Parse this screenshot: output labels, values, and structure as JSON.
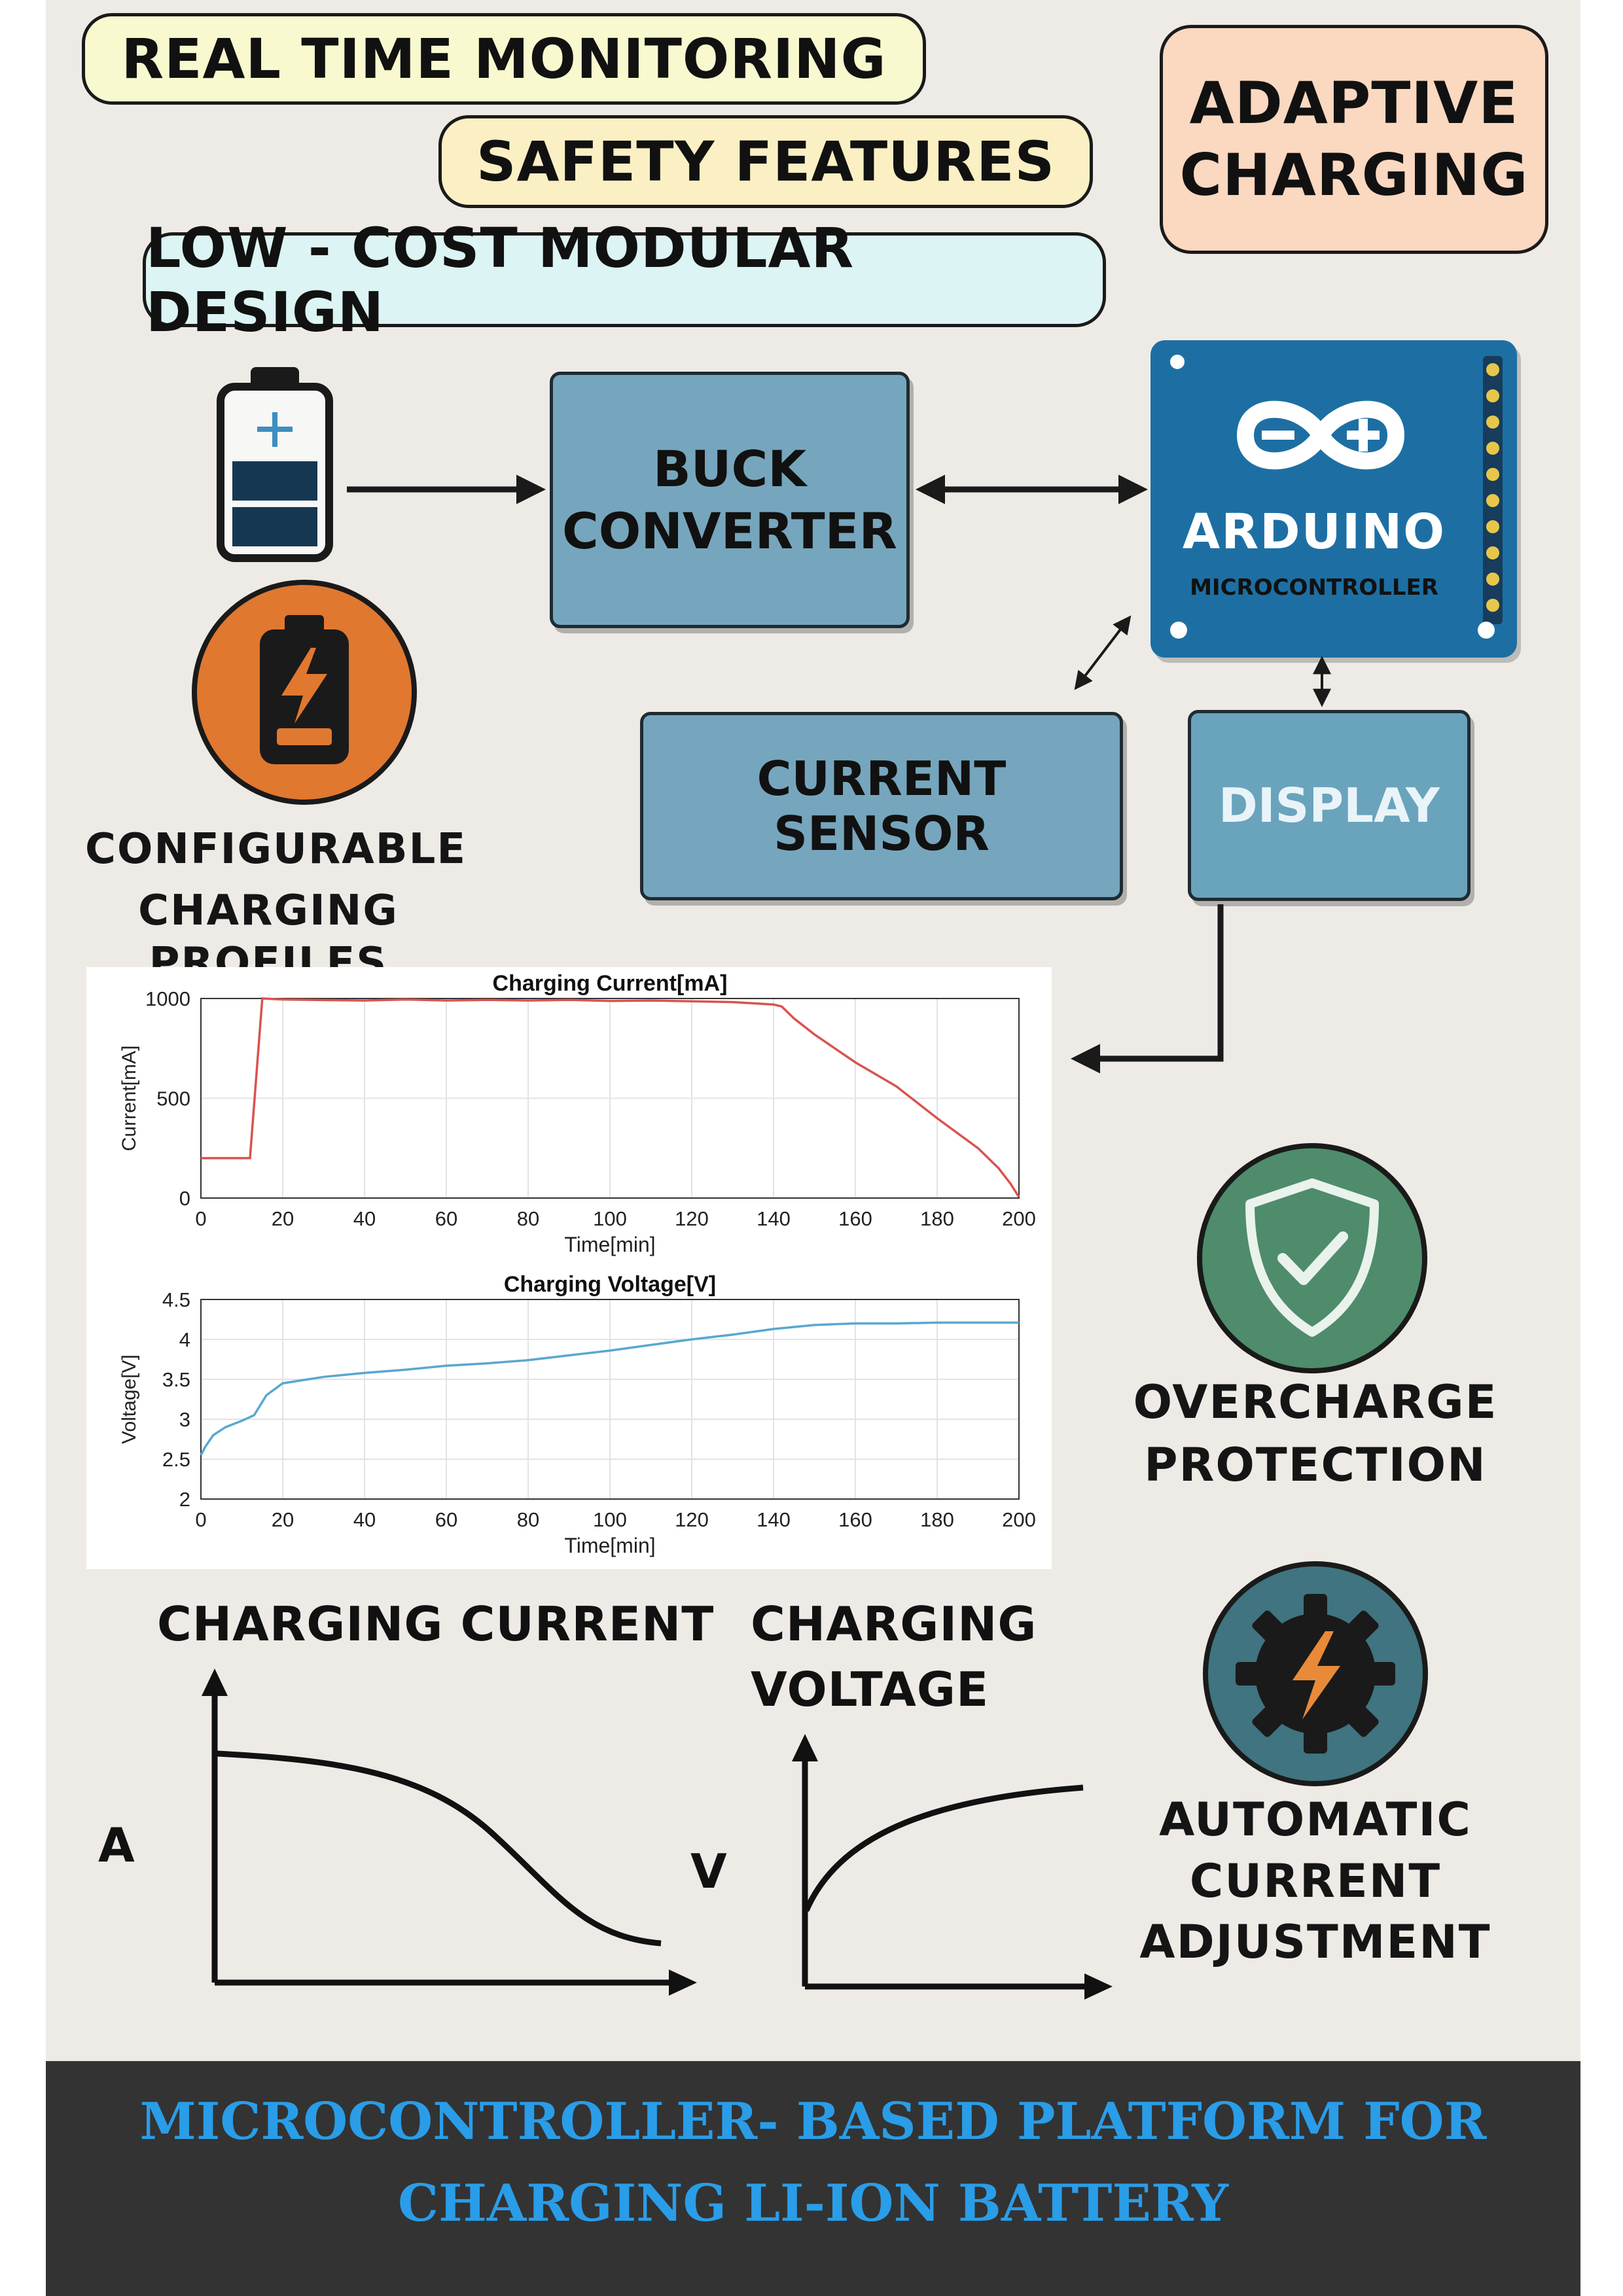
{
  "features": {
    "real_time_monitoring": "REAL TIME MONITORING",
    "safety_features": "SAFETY FEATURES",
    "low_cost_modular_design": "LOW - COST MODULAR DESIGN",
    "adaptive_charging_line1": "ADAPTIVE",
    "adaptive_charging_line2": "CHARGING"
  },
  "blocks": {
    "buck_converter_line1": "BUCK",
    "buck_converter_line2": "CONVERTER",
    "arduino_title": "ARDUINO",
    "arduino_subtitle": "MICROCONTROLLER",
    "current_sensor": "CURRENT SENSOR",
    "display": "DISPLAY"
  },
  "captions": {
    "configurable_line1": "CONFIGURABLE",
    "configurable_line2": "CHARGING PROFILES",
    "overcharge_line1": "OVERCHARGE",
    "overcharge_line2": "PROTECTION",
    "automatic_line1": "AUTOMATIC",
    "automatic_line2": "CURRENT",
    "automatic_line3": "ADJUSTMENT"
  },
  "sketches": {
    "current_title": "CHARGING CURRENT",
    "current_axis": "A",
    "voltage_title_line1": "CHARGING",
    "voltage_title_line2": "VOLTAGE",
    "voltage_axis": "V"
  },
  "footer": {
    "line1": "MICROCONTROLLER- BASED PLATFORM FOR",
    "line2": "CHARGING LI-ION BATTERY"
  },
  "icons": [
    "battery-icon",
    "battery-charging-icon",
    "shield-check-icon",
    "gear-lightning-icon",
    "arduino-logo-icon"
  ],
  "colors": {
    "background": "#eeebe6",
    "block_fill": "#76a6bd",
    "arduino_blue": "#1d6fa3",
    "orange": "#e07830",
    "green": "#4e8c6c",
    "teal": "#3f7480",
    "footer_text": "#2a9de8",
    "current_line": "#d9534f",
    "voltage_line": "#5aa7cf"
  },
  "chart_data": [
    {
      "type": "line",
      "title": "Charging Current[mA]",
      "xlabel": "Time[min]",
      "ylabel": "Current[mA]",
      "xlim": [
        0,
        200
      ],
      "ylim": [
        0,
        1000
      ],
      "xticks": [
        0,
        20,
        40,
        60,
        80,
        100,
        120,
        140,
        160,
        180,
        200
      ],
      "yticks": [
        0,
        500,
        1000
      ],
      "grid": true,
      "x": [
        0,
        12,
        15,
        20,
        30,
        40,
        50,
        60,
        70,
        80,
        90,
        100,
        110,
        120,
        130,
        140,
        142,
        145,
        150,
        160,
        170,
        180,
        190,
        195,
        198,
        200
      ],
      "values": [
        200,
        200,
        1000,
        995,
        992,
        990,
        995,
        990,
        993,
        990,
        993,
        988,
        990,
        986,
        982,
        970,
        960,
        900,
        820,
        680,
        560,
        400,
        250,
        150,
        70,
        5
      ]
    },
    {
      "type": "line",
      "title": "Charging Voltage[V]",
      "xlabel": "Time[min]",
      "ylabel": "Voltage[V]",
      "xlim": [
        0,
        200
      ],
      "ylim": [
        2,
        4.5
      ],
      "xticks": [
        0,
        20,
        40,
        60,
        80,
        100,
        120,
        140,
        160,
        180,
        200
      ],
      "yticks": [
        2,
        2.5,
        3,
        3.5,
        4,
        4.5
      ],
      "grid": true,
      "x": [
        0,
        1,
        3,
        6,
        10,
        13,
        16,
        20,
        30,
        40,
        50,
        60,
        70,
        80,
        90,
        100,
        110,
        120,
        130,
        140,
        150,
        160,
        170,
        180,
        190,
        200
      ],
      "values": [
        2.55,
        2.65,
        2.8,
        2.9,
        2.98,
        3.05,
        3.3,
        3.45,
        3.53,
        3.58,
        3.62,
        3.67,
        3.7,
        3.74,
        3.8,
        3.86,
        3.93,
        4.0,
        4.06,
        4.13,
        4.18,
        4.2,
        4.2,
        4.21,
        4.21,
        4.21
      ]
    }
  ]
}
